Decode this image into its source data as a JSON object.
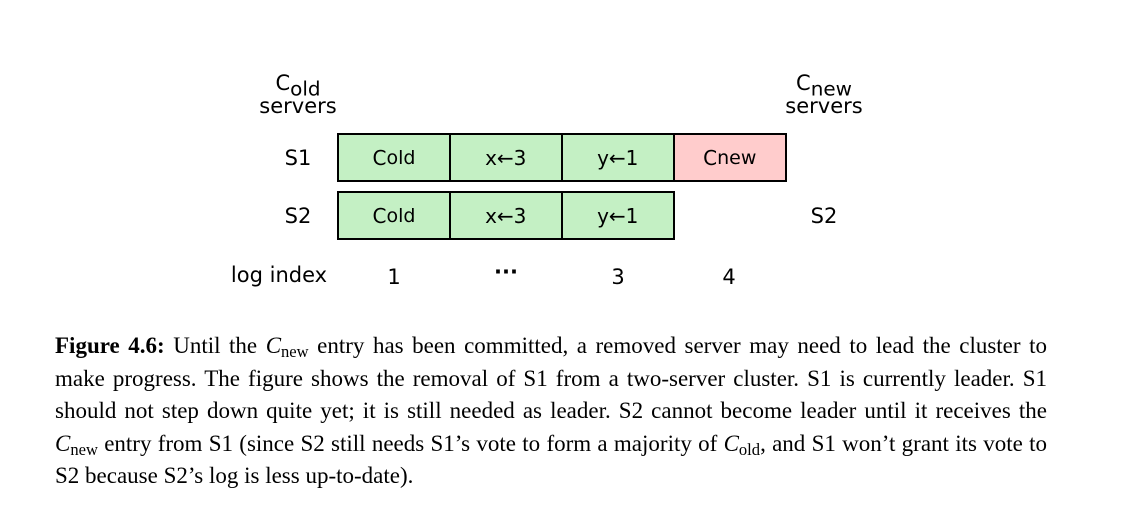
{
  "diagram": {
    "cold_header": {
      "sym": "C",
      "sub": "old",
      "line2": "servers"
    },
    "cnew_header": {
      "sym": "C",
      "sub": "new",
      "line2": "servers"
    },
    "rows": [
      {
        "label": "S1",
        "entries": [
          {
            "sym": "C",
            "sub": "old",
            "kind": "old"
          },
          {
            "text": "x←3",
            "kind": "old"
          },
          {
            "text": "y←1",
            "kind": "old"
          },
          {
            "sym": "C",
            "sub": "new",
            "kind": "new"
          }
        ]
      },
      {
        "label": "S2",
        "right_label": "S2",
        "entries": [
          {
            "sym": "C",
            "sub": "old",
            "kind": "old"
          },
          {
            "text": "x←3",
            "kind": "old"
          },
          {
            "text": "y←1",
            "kind": "old"
          }
        ]
      }
    ],
    "index_label": "log index",
    "indices": [
      "1",
      "···",
      "3",
      "4"
    ],
    "colors": {
      "old_entry": "#c4f0c4",
      "new_entry": "#ffcccc"
    }
  },
  "caption": {
    "bold": "Figure 4.6:",
    "p1": " Until the ",
    "c1": "C",
    "c1_sub": "new",
    "p2": " entry has been committed, a removed server may need to lead the cluster to make progress. The figure shows the removal of S1 from a two-server cluster. S1 is currently leader. S1 should not step down quite yet; it is still needed as leader. S2 cannot become leader until it receives the ",
    "c2": "C",
    "c2_sub": "new",
    "p3": " entry from S1 (since S2 still needs S1’s vote to form a majority of ",
    "c3": "C",
    "c3_sub": "old",
    "p4": ", and S1 won’t grant its vote to S2 because S2’s log is less up-to-date)."
  }
}
